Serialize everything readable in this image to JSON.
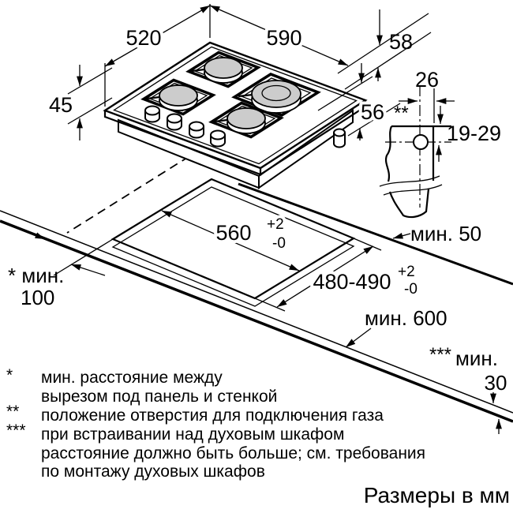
{
  "diagram": {
    "units_note": "Размеры в мм",
    "dims": {
      "hob_width": "520",
      "hob_depth": "590",
      "height_58": "58",
      "height_45": "45",
      "height_56": "56",
      "gas_offset": "26",
      "gas_marker": "**",
      "gas_hole_range": "19-29",
      "cutout_width": "560",
      "cutout_width_tol_plus": "+2",
      "cutout_width_tol_minus": "-0",
      "cutout_depth": "480-490",
      "cutout_depth_tol_plus": "+2",
      "cutout_depth_tol_minus": "-0",
      "min_back_clearance": "мин. 50",
      "min_side_label": "* мин.",
      "min_side_value": "100",
      "min_worktop_depth": "мин. 600",
      "min_bottom_marker": "***",
      "min_bottom_label": "мин.",
      "min_bottom_value": "30"
    },
    "footnotes": {
      "f1_marker": "*",
      "f1_line1": "мин. расстояние между",
      "f1_line2": "вырезом под панель и стенкой",
      "f2_marker": "**",
      "f2_line1": "положение отверстия для подключения газа",
      "f3_marker": "***",
      "f3_line1": "при встраивании над духовым шкафом",
      "f3_line2": "расстояние должно быть больше; см. требования",
      "f3_line3": "по монтажу духовых шкафов"
    },
    "colors": {
      "line": "#000000",
      "burner_cap": "#cccccc",
      "background": "#ffffff"
    }
  }
}
